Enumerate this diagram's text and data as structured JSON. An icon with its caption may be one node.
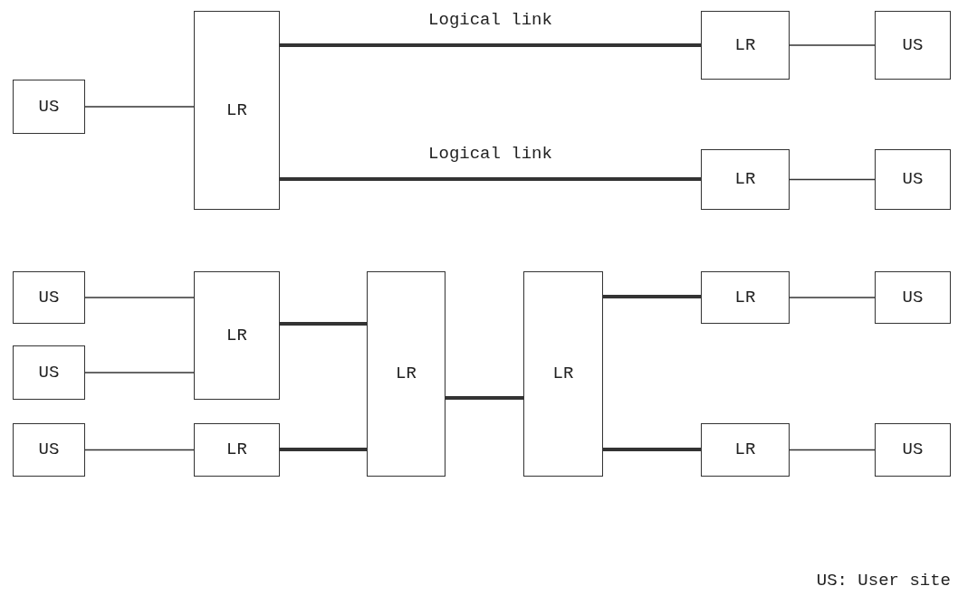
{
  "diagram": {
    "nodes": [
      {
        "text": [
          "LR"
        ]
      },
      {
        "text": [
          "LR"
        ]
      },
      {
        "text": [
          "US"
        ]
      },
      {
        "text": [
          "US"
        ]
      },
      {
        "text": [
          "LR"
        ]
      },
      {
        "text": [
          "US"
        ]
      },
      {
        "text": [
          "US"
        ]
      },
      {
        "text": [
          "LR"
        ]
      },
      {
        "text": [
          "LR"
        ]
      },
      {
        "text": [
          "LR"
        ]
      },
      {
        "text": [
          "LR"
        ]
      },
      {
        "text": [
          "US"
        ]
      },
      {
        "text": [
          "US"
        ]
      },
      {
        "text": [
          "US"
        ]
      },
      {
        "text": [
          "LR"
        ]
      },
      {
        "text": [
          "LR"
        ]
      },
      {
        "text": [
          "US"
        ]
      }
    ],
    "edges": [
      {
        "from": 0,
        "to": 1,
        "arrow": "none",
        "style": "thick",
        "label": "Logical link"
      },
      {
        "from": 1,
        "to": 2,
        "arrow": "none"
      },
      {
        "from": 3,
        "to": 0,
        "arrow": "none"
      },
      {
        "from": 0,
        "to": 4,
        "arrow": "none",
        "style": "thick",
        "label": "Logical link"
      },
      {
        "from": 4,
        "to": 5,
        "arrow": "none"
      },
      {
        "from": 6,
        "to": 7,
        "arrow": "none"
      },
      {
        "from": 7,
        "to": 8,
        "arrow": "none",
        "style": "thick"
      },
      {
        "from": 9,
        "to": 10,
        "arrow": "none",
        "style": "thick"
      },
      {
        "from": 10,
        "to": 11,
        "arrow": "none"
      },
      {
        "from": 12,
        "to": 7,
        "arrow": "none"
      },
      {
        "from": 8,
        "to": 9,
        "arrow": "none",
        "style": "thick"
      },
      {
        "from": 13,
        "to": 14,
        "arrow": "none"
      },
      {
        "from": 14,
        "to": 8,
        "arrow": "none",
        "style": "thick"
      },
      {
        "from": 9,
        "to": 15,
        "arrow": "none",
        "style": "thick"
      },
      {
        "from": 15,
        "to": 16,
        "arrow": "none"
      }
    ],
    "labels": [
      "US: User site"
    ]
  }
}
